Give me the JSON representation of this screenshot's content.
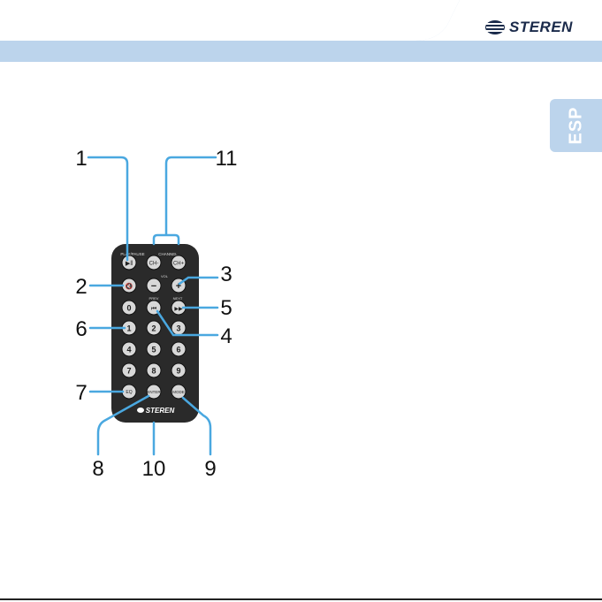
{
  "header": {
    "brand": "STEREN",
    "accent_color": "#bcd4ec",
    "brand_color": "#1a2a4a"
  },
  "language_tab": {
    "label": "ESP"
  },
  "remote": {
    "top_labels": {
      "play_pause": "PLAY/PAUSE",
      "channel": "CHANNEL"
    },
    "vol_label": "VOL",
    "prev_label": "PREV",
    "next_label": "NEXT",
    "buttons": {
      "play_pause": "▶‖",
      "ch_minus": "CH-",
      "ch_plus": "CH+",
      "mute": "🔇",
      "vol_minus": "−",
      "vol_plus": "+",
      "digit_0": "0",
      "prev": "⏮",
      "next": "▶▶",
      "digit_1": "1",
      "digit_2": "2",
      "digit_3": "3",
      "digit_4": "4",
      "digit_5": "5",
      "digit_6": "6",
      "digit_7": "7",
      "digit_8": "8",
      "digit_9": "9",
      "eq": "EQ",
      "enter": "ENTER",
      "mode": "MODE"
    },
    "logo": "STEREN"
  },
  "callouts": {
    "c1": "1",
    "c2": "2",
    "c3": "3",
    "c4": "4",
    "c5": "5",
    "c6": "6",
    "c7": "7",
    "c8": "8",
    "c9": "9",
    "c10": "10",
    "c11": "11"
  }
}
